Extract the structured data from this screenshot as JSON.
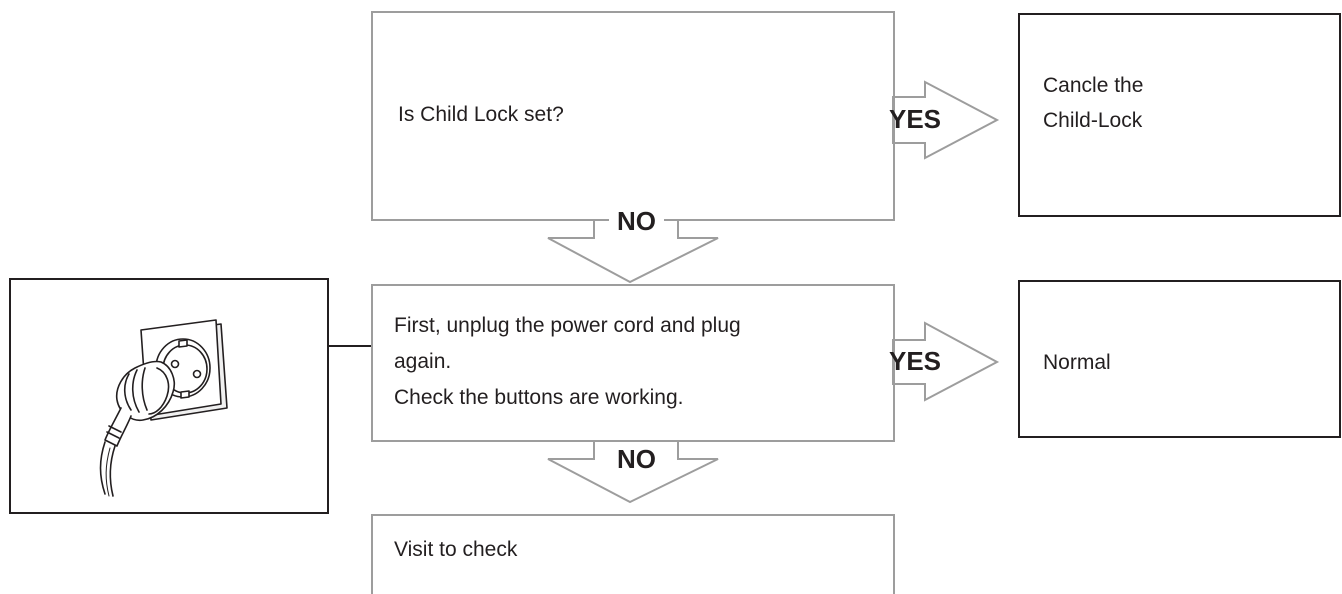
{
  "flowchart": {
    "q1": {
      "text": "Is Child Lock set?"
    },
    "a1": {
      "lines": [
        "Cancle the",
        "Child-Lock"
      ]
    },
    "q2": {
      "lines": [
        "First, unplug the power cord and plug",
        "again.",
        "Check the buttons are working."
      ]
    },
    "a2": {
      "text": "Normal"
    },
    "end": {
      "text": "Visit to check"
    },
    "yes_label": "YES",
    "no_label": "NO"
  },
  "illustration": {
    "icon": "plug-into-socket-icon"
  },
  "colors": {
    "decision_border": "#9d9d9d",
    "result_border": "#231f20",
    "text": "#231f20",
    "arrow_stroke": "#9d9d9d"
  }
}
